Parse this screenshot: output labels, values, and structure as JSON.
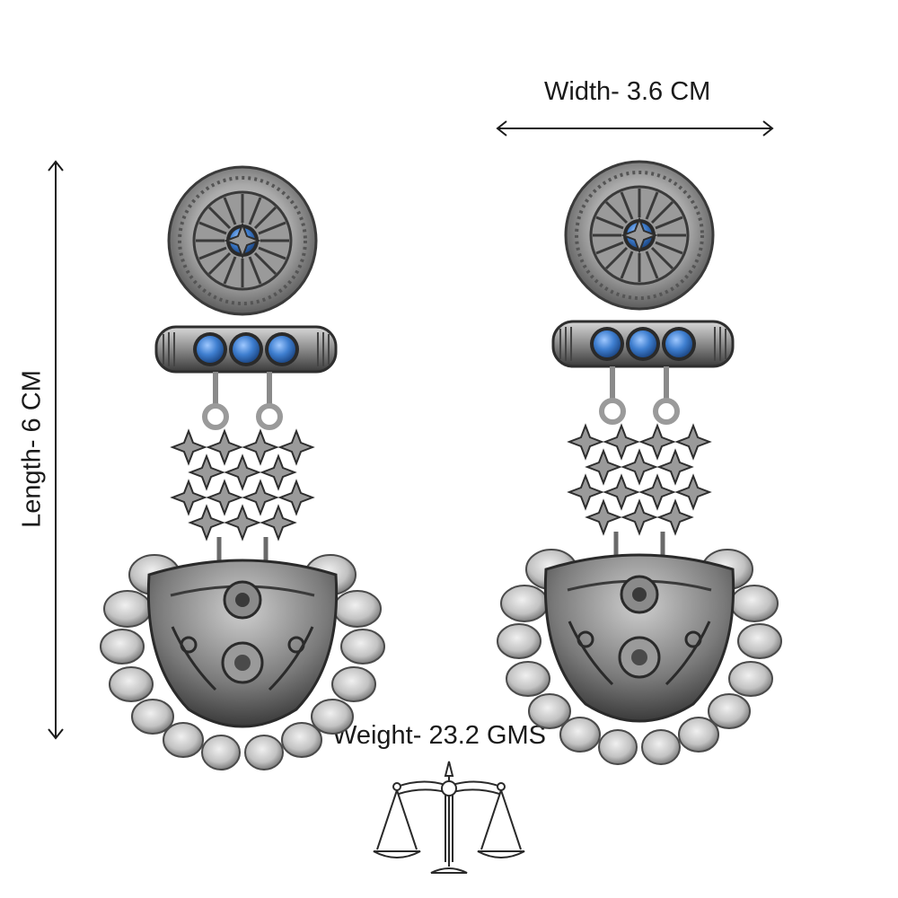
{
  "measurements": {
    "width_label": "Width- 3.6 CM",
    "length_label": "Length- 6 CM",
    "weight_label": "Weight- 23.2 GMS"
  },
  "icons": {
    "scale": "balance-scale-icon",
    "arrow": "double-arrow-icon"
  },
  "colors": {
    "background": "#ffffff",
    "silver_light": "#d9d9d9",
    "silver_mid": "#a6a6a6",
    "silver_dark": "#3c3c3c",
    "stone_blue": "#3f7fd0",
    "text": "#1a1a1a"
  }
}
